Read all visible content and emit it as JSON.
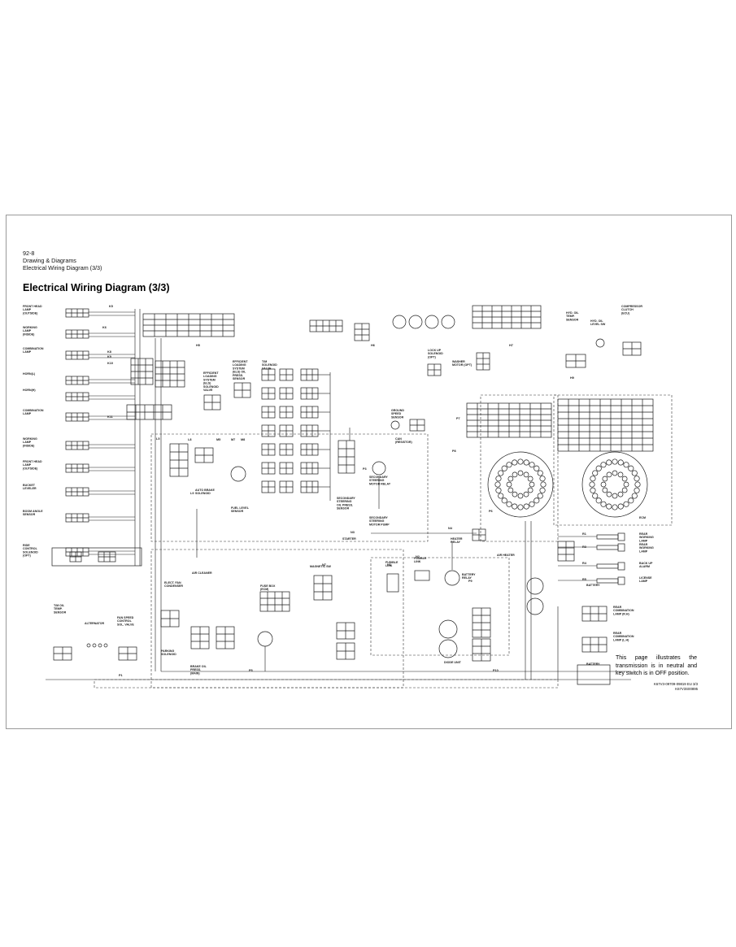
{
  "header": {
    "page_number": "92-8",
    "section": "Drawing & Diagrams",
    "subsection": "Electrical Wiring Diagram (3/3)"
  },
  "title": "Electrical Wiring Diagram (3/3)",
  "note": "This page illustrates the transmission is in neutral and key switch is in OFF position.",
  "drawing_codes": [
    "K67V3-09709-09819 EU 3/3",
    "K67V3S00895"
  ],
  "components": {
    "left": [
      "FRONT HEAD LAMP (OUTSIDE)",
      "WORKING LAMP (INSIDE)",
      "COMBINATION LAMP",
      "HORN(L)",
      "HORN(H)",
      "COMBINATION LAMP",
      "WORKING LAMP (INSIDE)",
      "FRONT HEAD LAMP (OUTSIDE)",
      "BUCKET LEVELER",
      "BOOM ANGLE SENSOR",
      "RIDE CONTROL SOLENOID (OPT)"
    ],
    "middle": [
      "EFFICIENT LOADING SYSTEM (ELS) SOLENOID VALVE",
      "EFFICIENT LOADING SYSTEM (ELS) OIL PRESS. SENSOR",
      "AUTO BRAKE SOLENOID",
      "FUEL LEVEL SENSOR",
      "ELECT. FAN CONDENSER",
      "AIR CLEANER",
      "T/M SOLENOID VALVE",
      "SECONDARY STEERING OIL PRESS. SENSOR",
      "SECONDARY STEERING MOTOR RELAY",
      "SECONDARY STEERING MOTOR PUMP",
      "STARTER",
      "MAGNETIC SW",
      "FUSIBLE LINK",
      "FUSIBLE LINK",
      "FUSE BOX (ECM)",
      "PARKING SOLENOID",
      "BRAKE OIL PRESS. (MAIN)"
    ],
    "lower_left": [
      "T/M OIL TEMP. SENSOR",
      "ALTERNATOR",
      "FAN SPEED CONTROL SOL. VALVE"
    ],
    "right": [
      "HYD. OIL TEMP. SENSOR",
      "HYD. OIL LEVEL SW",
      "COMPRESSOR CLUTCH (ECU)",
      "LOCK UP SOLENOID (OPT)",
      "WASHER MOTOR (OPT)",
      "GROUND SPEED SENSOR",
      "CAN (RESISTOR)",
      "ECM",
      "HEATER RELAY",
      "AIR HEATER",
      "BATTERY RELAY",
      "DIODE UNIT",
      "REAR WORKING LAMP",
      "REAR WORKING LAMP",
      "BACK UP ALARM",
      "LICENSE LAMP",
      "BATTERY",
      "REAR COMBINATION LAMP (R.H)",
      "REAR COMBINATION LAMP (L.H)",
      "BATTERY"
    ]
  },
  "connector_labels": [
    "K5",
    "K6",
    "K8",
    "K9",
    "K10",
    "K11",
    "H5",
    "H6",
    "H7",
    "H9",
    "L5",
    "L8",
    "L9",
    "M5",
    "M7",
    "M8",
    "N1",
    "N2",
    "N3",
    "N4",
    "N7",
    "P1",
    "P3",
    "P5",
    "P6",
    "P7",
    "P8",
    "P9",
    "P10",
    "R1",
    "R3",
    "R4",
    "R5"
  ],
  "colors": {
    "line": "#1a1a1a",
    "page_border": "#9a9a9a"
  }
}
